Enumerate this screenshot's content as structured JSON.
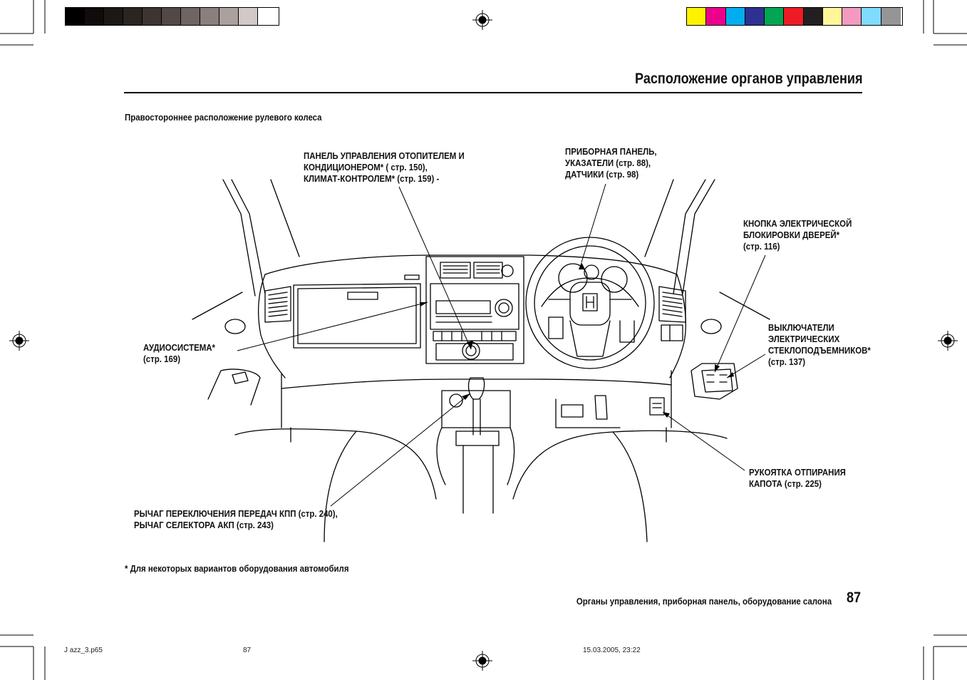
{
  "title": "Расположение органов управления",
  "subtitle": "Правостороннее расположение рулевого колеса",
  "callouts": {
    "climate": [
      "ПАНЕЛЬ УПРАВЛЕНИЯ ОТОПИТЕЛЕМ И",
      "КОНДИЦИОНЕРОМ* ( стр. 150),",
      "КЛИМАТ-КОНТРОЛЕМ* (стр. 159) -"
    ],
    "instruments": [
      "ПРИБОРНАЯ ПАНЕЛЬ,",
      "УКАЗАТЕЛИ (стр. 88),",
      "ДАТЧИКИ (стр. 98)"
    ],
    "door_lock": [
      "КНОПКА ЭЛЕКТРИЧЕСКОЙ",
      "БЛОКИРОВКИ ДВЕРЕЙ*",
      "(стр. 116)"
    ],
    "audio": [
      "АУДИОСИСТЕМА*",
      "(стр. 169)"
    ],
    "windows": [
      "ВЫКЛЮЧАТЕЛИ",
      "ЭЛЕКТРИЧЕСКИХ",
      "СТЕКЛОПОДЪЕМНИКОВ*",
      "(стр. 137)"
    ],
    "hood": [
      "РУКОЯТКА ОТПИРАНИЯ",
      "КАПОТА (стр. 225)"
    ],
    "gear": [
      "РЫЧАГ ПЕРЕКЛЮЧЕНИЯ ПЕРЕДАЧ КПП (стр. 240),",
      "РЫЧАГ СЕЛЕКТОРА АКП (стр. 243)"
    ]
  },
  "footnote": "* Для некоторых вариантов оборудования автомобиля",
  "footer": {
    "section": "Органы управления, приборная панель, оборудование салона",
    "page": "87"
  },
  "slug": {
    "file": "J azz_3.p65",
    "page": "87",
    "datetime": "15.03.2005, 23:22"
  },
  "colors": {
    "gray_bar": [
      "#000000",
      "#0f0c0b",
      "#1c1816",
      "#2b2522",
      "#3d3532",
      "#524946",
      "#6e6461",
      "#8a7f7c",
      "#aaa09e",
      "#d1c9c7",
      "#ffffff"
    ],
    "color_bar": [
      "#fff200",
      "#ec008c",
      "#00aeef",
      "#2e3192",
      "#00a651",
      "#ed1c24",
      "#231f20",
      "#fff799",
      "#f49ac1",
      "#7fdbff",
      "#959595"
    ]
  }
}
